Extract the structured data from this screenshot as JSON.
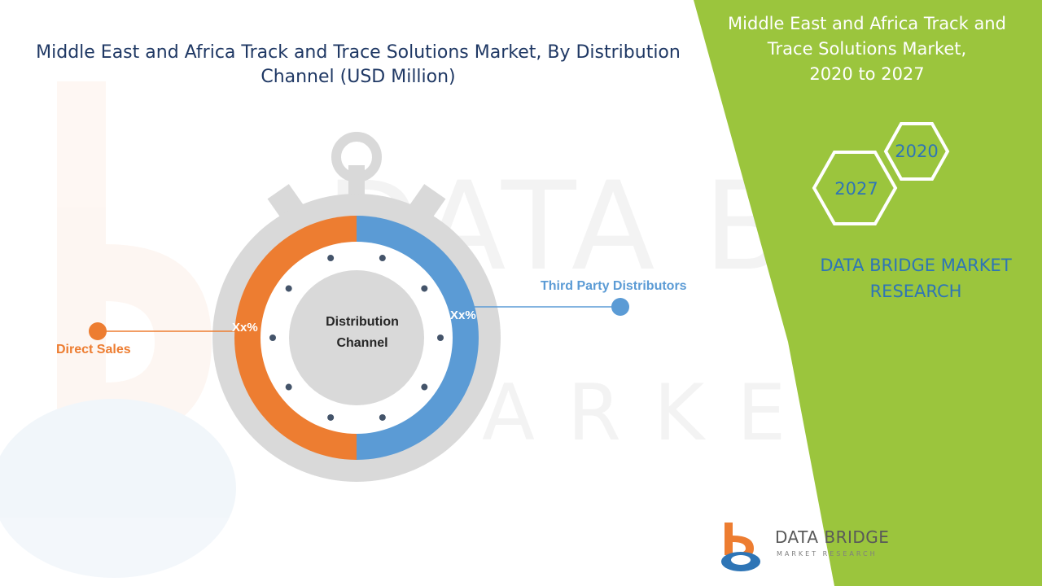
{
  "header": {
    "title": "Middle East and Africa Track and Trace Solutions Market, By Distribution Channel  (USD Million)"
  },
  "side_panel": {
    "title_line1": "Middle East and Africa Track and",
    "title_line2": "Trace Solutions Market,",
    "title_line3": "2020 to 2027",
    "hex_year_start": "2020",
    "hex_year_end": "2027",
    "brand_line1": "DATA BRIDGE MARKET",
    "brand_line2": "RESEARCH"
  },
  "logo": {
    "name": "DATA BRIDGE",
    "tagline": "MARKET RESEARCH"
  },
  "colors": {
    "green_panel": "#9bc53d",
    "direct_sales": "#ed7d31",
    "third_party": "#5b9bd5",
    "title_text": "#1f3864",
    "stopwatch_gray": "#d9d9d9"
  },
  "chart_data": {
    "type": "pie",
    "center_label_line1": "Distribution",
    "center_label_line2": "Channel",
    "categories": [
      "Direct Sales",
      "Third Party Distributors"
    ],
    "values": [
      50,
      50
    ],
    "data_labels": [
      "Xx%",
      "Xx%"
    ],
    "colors": [
      "#ed7d31",
      "#5b9bd5"
    ]
  }
}
